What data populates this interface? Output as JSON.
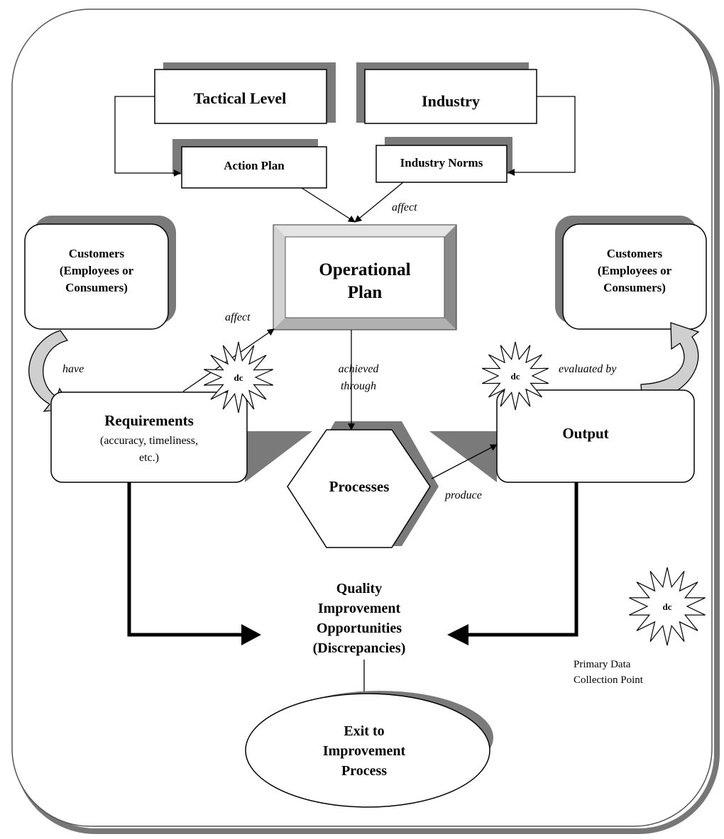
{
  "nodes": {
    "tactical_level": "Tactical Level",
    "industry": "Industry",
    "action_plan": "Action Plan",
    "industry_norms": "Industry Norms",
    "operational_plan": [
      "Operational",
      "Plan"
    ],
    "customers_left": [
      "Customers",
      "(Employees or",
      "Consumers)"
    ],
    "customers_right": [
      "Customers",
      "(Employees or",
      "Consumers)"
    ],
    "requirements_title": "Requirements",
    "requirements_detail": [
      "(accuracy, timeliness,",
      "etc.)"
    ],
    "processes": "Processes",
    "output": "Output",
    "quality": [
      "Quality",
      "Improvement",
      "Opportunities",
      "(Discrepancies)"
    ],
    "exit": [
      "Exit to",
      "Improvement",
      "Process"
    ]
  },
  "edge_labels": {
    "affect_top": "affect",
    "affect_left": "affect",
    "achieved_through": [
      "achieved",
      "through"
    ],
    "have": "have",
    "evaluated_by": "evaluated by",
    "produce": "produce"
  },
  "markers": {
    "dc_label": "dc"
  },
  "legend": {
    "label": [
      "Primary Data",
      "Collection Point"
    ]
  },
  "colors": {
    "shadow": "#7a7a7a",
    "bevel_light": "#e4e4e4",
    "bevel_mid": "#bdbdbd",
    "bevel_dark": "#888888",
    "arrow_fill": "#cfcfcf",
    "stroke": "#000000"
  }
}
